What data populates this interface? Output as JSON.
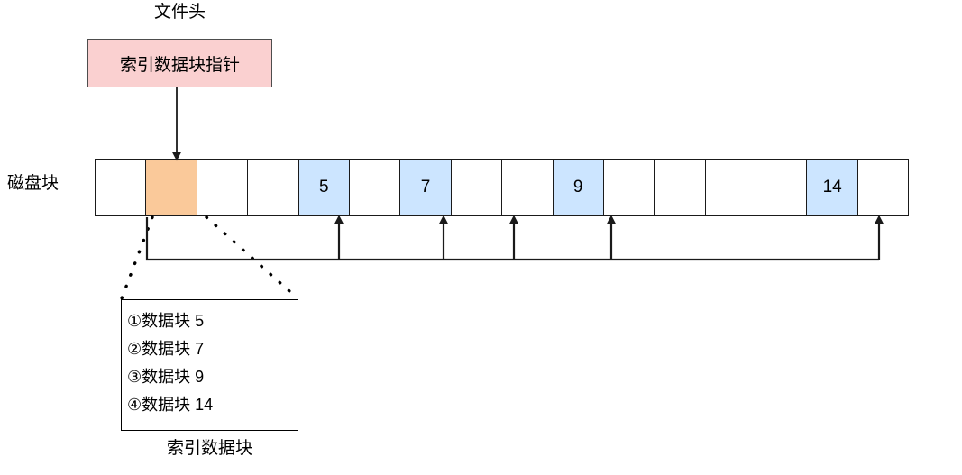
{
  "diagram": {
    "file_header": {
      "title": "文件头",
      "box_label": "索引数据块指针",
      "box_fill": "#FAD0D0"
    },
    "disk_row": {
      "label": "磁盘块",
      "cell_count": 16,
      "cells": [
        {
          "text": "",
          "fill": "white"
        },
        {
          "text": "",
          "fill": "orange"
        },
        {
          "text": "",
          "fill": "white"
        },
        {
          "text": "",
          "fill": "white"
        },
        {
          "text": "5",
          "fill": "blue"
        },
        {
          "text": "",
          "fill": "white"
        },
        {
          "text": "7",
          "fill": "blue"
        },
        {
          "text": "",
          "fill": "white"
        },
        {
          "text": "",
          "fill": "white"
        },
        {
          "text": "9",
          "fill": "blue"
        },
        {
          "text": "",
          "fill": "white"
        },
        {
          "text": "",
          "fill": "white"
        },
        {
          "text": "",
          "fill": "white"
        },
        {
          "text": "",
          "fill": "white"
        },
        {
          "text": "14",
          "fill": "blue"
        },
        {
          "text": "",
          "fill": "white"
        }
      ],
      "colors": {
        "index_block_cell": "#FAC99A",
        "data_block_cell": "#CCE5FF",
        "empty_cell": "#ffffff",
        "border": "#1a1a1a"
      }
    },
    "index_block": {
      "caption": "索引数据块",
      "entries": [
        "①数据块 5",
        "②数据块 7",
        "③数据块 9",
        "④数据块 14"
      ]
    }
  }
}
